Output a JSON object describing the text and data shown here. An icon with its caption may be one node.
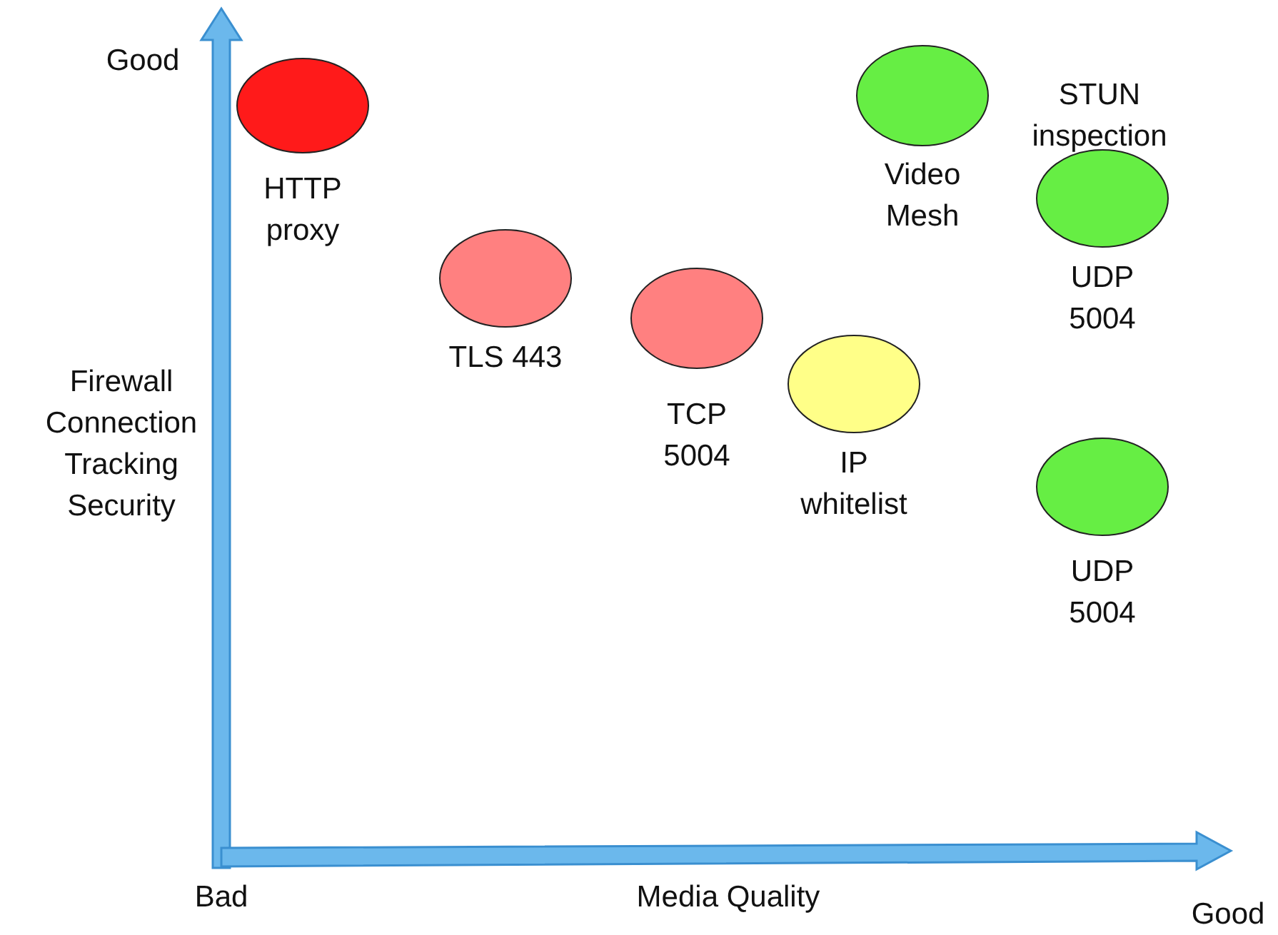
{
  "diagram": {
    "nodes": [
      {
        "text": [
          "HTTP proxy"
        ]
      },
      {
        "text": [
          "Video Mesh"
        ]
      },
      {
        "text": [
          "UDP 5004"
        ]
      },
      {
        "text": [
          "TLS 443"
        ]
      },
      {
        "text": [
          "TCP 5004"
        ]
      },
      {
        "text": [
          "IP whitelist"
        ]
      },
      {
        "text": [
          "UDP 5004"
        ]
      }
    ],
    "edges": [],
    "labels": [
      "Good",
      "STUN inspection",
      "Firewall Connection Tracking Security",
      "Bad",
      "Media Quality",
      "Good"
    ]
  }
}
